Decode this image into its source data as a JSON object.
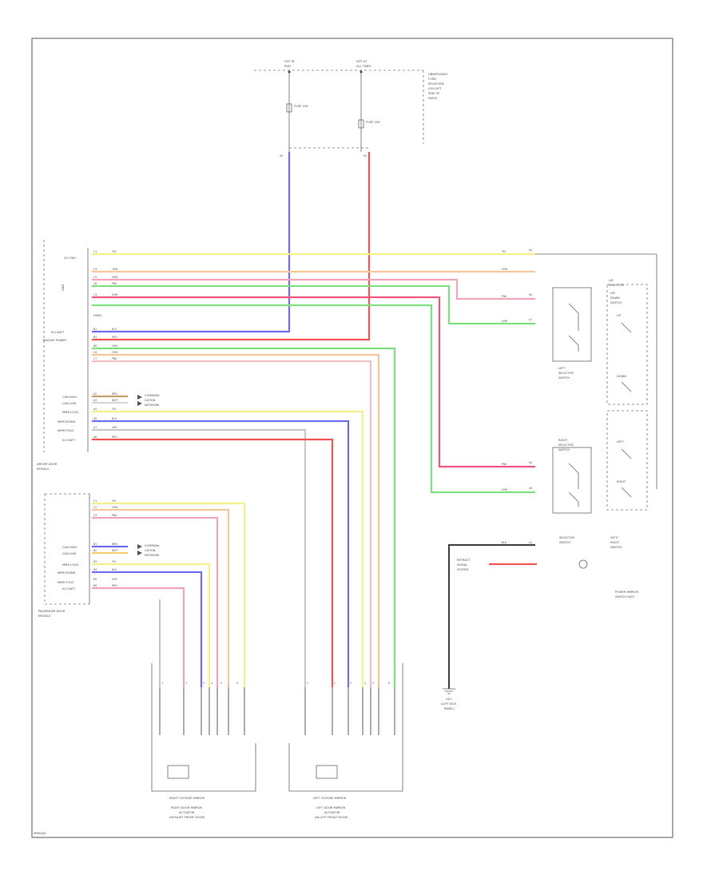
{
  "diagram": {
    "corner_label": "SPMCAB",
    "fuse_box": {
      "fuse_a_top": "HOT IN",
      "fuse_a_sub": "RUN",
      "fuse_b_top": "HOT AT",
      "fuse_b_sub": "ALL TIMES",
      "fuse_a_name": "FUSE 10A",
      "fuse_b_name": "FUSE 20A",
      "panel_lines": [
        "UNDER-DASH",
        "FUSE/",
        "RELAY BOX",
        "(ON LEFT",
        "SIDE OF",
        "DASH)"
      ],
      "pin_a": "A5",
      "pin_b": "A5"
    },
    "driver_unit": {
      "name_lines": [
        "DRIVER DOOR",
        "MODULE"
      ],
      "side_label": "GND",
      "rows": [
        {
          "pin": "C1",
          "color": "YEL",
          "label": "IG1 SW1"
        },
        {
          "pin": "C4",
          "color": "ORN",
          "label": ""
        },
        {
          "pin": "C5",
          "color": "GRN",
          "label": ""
        },
        {
          "pin": "C8",
          "color": "PNK",
          "label": ""
        },
        {
          "pin": "C3",
          "color": "GRN",
          "label": "(MIRR)"
        },
        {
          "pin": "B1",
          "color": "BLU",
          "label": "IG1 BATT"
        },
        {
          "pin": "B4",
          "color": "RED",
          "label": "BACKUP POWER"
        },
        {
          "pin": "B6",
          "color": "GRN",
          "label": ""
        },
        {
          "pin": "C6",
          "color": "ORN",
          "label": ""
        },
        {
          "pin": "C7",
          "color": "PNK",
          "label": ""
        },
        {
          "pin": "A2",
          "color": "BRN",
          "label": "CAN HIGH"
        },
        {
          "pin": "A3",
          "color": "WHT",
          "label": "CAN LOW"
        },
        {
          "pin": "A4",
          "color": "YEL",
          "label": "MIRR LOCK"
        },
        {
          "pin": "A5",
          "color": "BLU",
          "label": "MIRR DOWN"
        },
        {
          "pin": "A7",
          "color": "GRY",
          "label": "MIRR FOLD"
        },
        {
          "pin": "A8",
          "color": "RED",
          "label": "IG1 BATT"
        }
      ],
      "can_note": [
        "COMMUNI-",
        "CATION",
        "NETWORK"
      ]
    },
    "passenger_unit": {
      "name_lines": [
        "PASSENGER DOOR",
        "MODULE"
      ],
      "rows": [
        {
          "pin": "C1",
          "color": "YEL",
          "label": ""
        },
        {
          "pin": "C2",
          "color": "ORN",
          "label": ""
        },
        {
          "pin": "C3",
          "color": "PNK",
          "label": ""
        },
        {
          "pin": "B1",
          "color": "BRN",
          "label": "CAN HIGH"
        },
        {
          "pin": "B2",
          "color": "WHT",
          "label": "CAN LOW"
        },
        {
          "pin": "B3",
          "color": "YEL",
          "label": "MIRR LOCK"
        },
        {
          "pin": "B4",
          "color": "BLU",
          "label": "MIRR DOWN"
        },
        {
          "pin": "B5",
          "color": "GRY",
          "label": "MIRR FOLD"
        },
        {
          "pin": "B6",
          "color": "RED",
          "label": "IG1 BATT"
        }
      ],
      "can_note": [
        "COMMUNI-",
        "CATION",
        "NETWORK"
      ]
    },
    "mirror_switch": {
      "name_lines": [
        "POWER MIRROR",
        "SWITCH ASSY"
      ],
      "top_labels": [
        "L/R",
        "SELECTOR"
      ],
      "sel_left": [
        "LEFT",
        "SELECTOR",
        "SWITCH"
      ],
      "sel_right": [
        "RIGHT",
        "SELECTOR",
        "SWITCH"
      ],
      "sw_labels": [
        "UP",
        "DOWN",
        "LEFT",
        "RIGHT"
      ],
      "up_dn": [
        "UP/",
        "DOWN",
        "SWITCH"
      ],
      "lr": [
        "LEFT/",
        "RIGHT",
        "SWITCH"
      ],
      "selector": [
        "SELECTOR",
        "SWITCH"
      ],
      "pins": [
        "A4",
        "A6",
        "A7",
        "A8",
        "A9"
      ],
      "wire_colors": [
        "YEL",
        "ORN",
        "PNK",
        "GRN",
        "PNK",
        "GRN"
      ]
    },
    "ground": {
      "wire_color": "BLK",
      "pin": "A1",
      "label_lines": [
        "G01",
        "(LEFT KICK",
        "PANEL)"
      ],
      "retract_lines": [
        "RETRACT",
        "SIGNAL",
        "SYSTEM"
      ]
    },
    "right_mirror": {
      "caption": "RIGHT OUTSIDE MIRROR",
      "sub_lines": [
        "RIGHT DOOR MIRROR",
        "ACTUATOR",
        "(IN RIGHT FRONT DOOR)"
      ],
      "pins": [
        "1",
        "2",
        "3",
        "4",
        "5",
        "6"
      ]
    },
    "left_mirror": {
      "caption": "LEFT OUTSIDE MIRROR",
      "sub_lines": [
        "LEFT DOOR MIRROR",
        "ACTUATOR",
        "(IN LEFT FRONT DOOR)"
      ],
      "pins": [
        "1",
        "2",
        "3",
        "4",
        "5",
        "6"
      ]
    },
    "colors": {
      "yellow": "#f5f08a",
      "orange": "#f7c79b",
      "pink": "#f2a6b8",
      "green": "#7fe27f",
      "blue": "#6f6ff2",
      "red": "#f25858",
      "gray": "#c8c8c8",
      "black": "#444444"
    }
  }
}
